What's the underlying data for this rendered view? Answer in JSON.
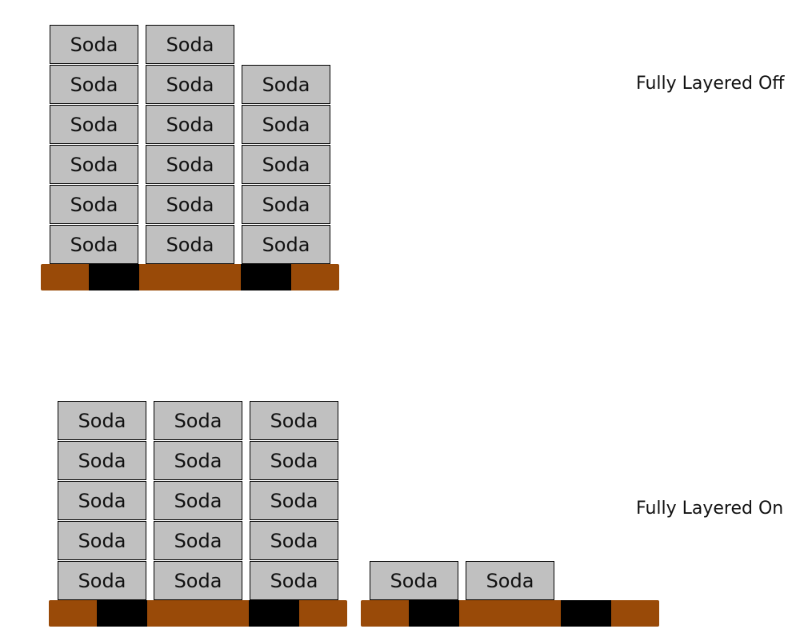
{
  "box_label": "Soda",
  "colors": {
    "box": "#c0c0c0",
    "pallet": "#994a08",
    "block": "#000000"
  },
  "scenarios": [
    {
      "label": "Fully Layered Off",
      "pallets": [
        {
          "stacks": [
            6,
            6,
            5
          ]
        }
      ]
    },
    {
      "label": "Fully Layered On",
      "pallets": [
        {
          "stacks": [
            5,
            5,
            5
          ]
        },
        {
          "stacks": [
            1,
            1,
            0
          ]
        }
      ]
    }
  ]
}
